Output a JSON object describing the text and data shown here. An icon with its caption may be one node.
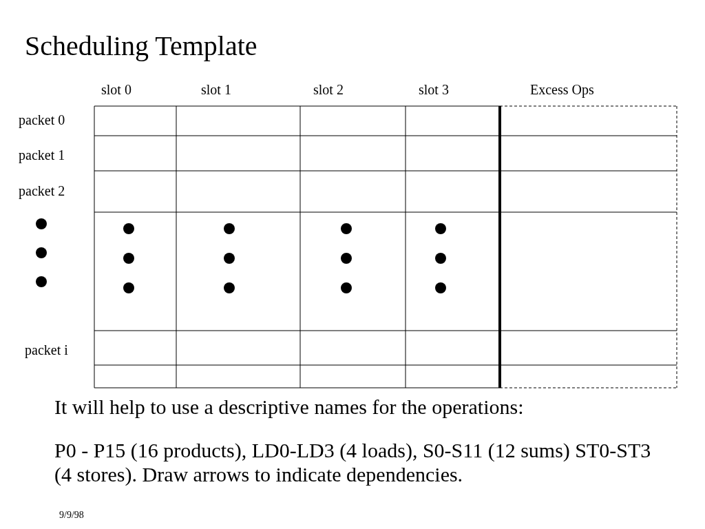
{
  "diagram": {
    "title": "Scheduling Template",
    "labels": [
      "slot 0",
      "slot 1",
      "slot 2",
      "slot 3",
      "Excess Ops",
      "packet 0",
      "packet 1",
      "packet 2",
      "packet i",
      "It will help to use a descriptive names for the operations:",
      "P0 - P15 (16 products), LD0-LD3 (4 loads), S0-S11 (12 sums) ST0-ST3 (4 stores). Draw arrows to indicate dependencies.",
      "9/9/98"
    ]
  }
}
